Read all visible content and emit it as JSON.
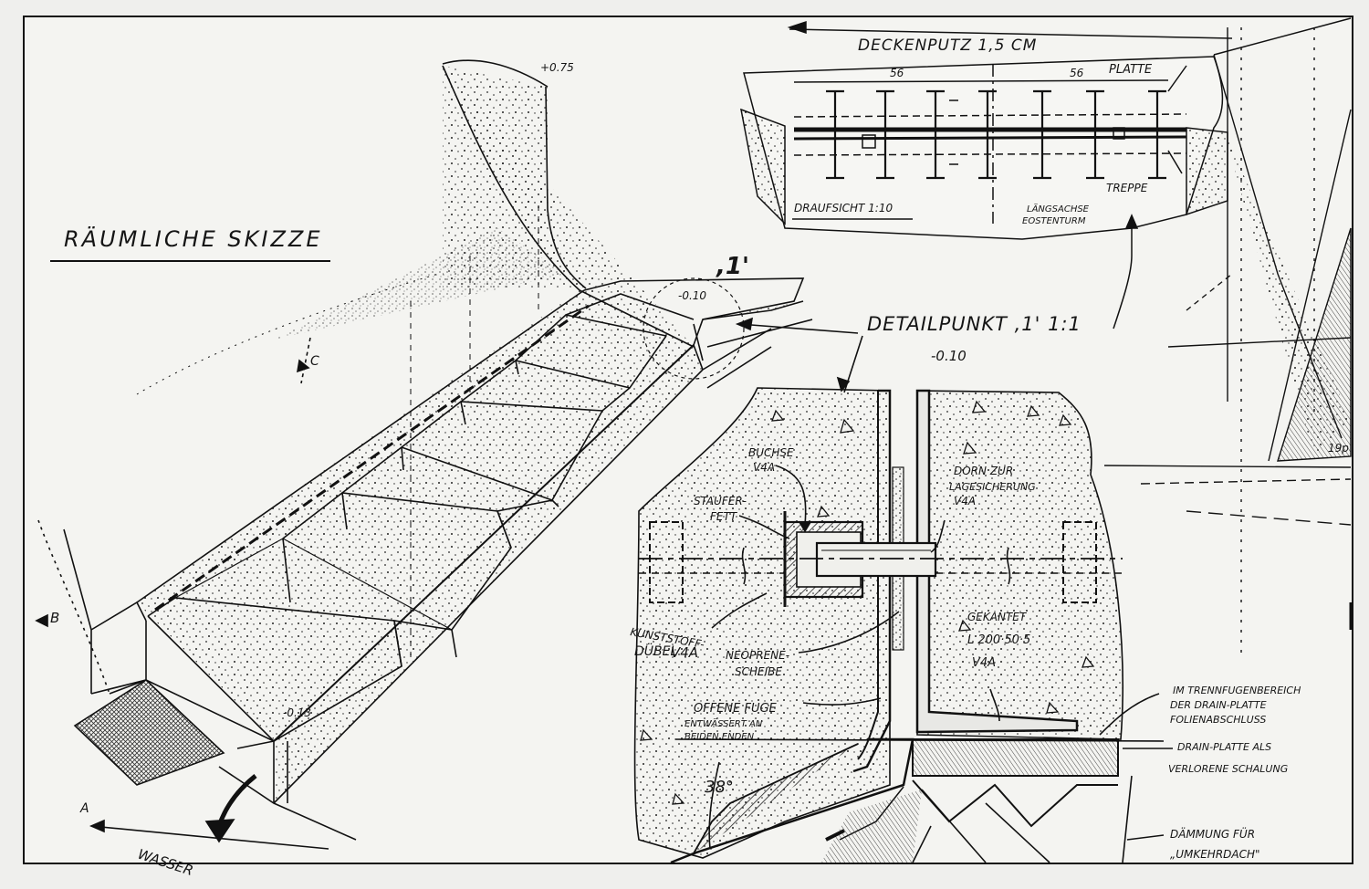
{
  "sketch": {
    "title": "RÄUMLICHE SKIZZE",
    "level_top": "+0.75",
    "level_landing": "-0.10",
    "level_bottom": "-0.13",
    "detail_mark": ",1'",
    "section_a": "A",
    "section_b": "B",
    "section_c": "C",
    "water": "WASSER"
  },
  "view": {
    "ceiling_plaster": "DECKENPUTZ 1,5 CM",
    "dim_left": "56",
    "dim_right": "56",
    "plate": "PLATTE",
    "stair": "TREPPE",
    "top_view": "DRAUFSICHT 1:10",
    "axis_line1": "LÄNGSACHSE",
    "axis_line2": "EOSTENTURM"
  },
  "detail": {
    "title": "DETAILPUNKT ,1' 1:1",
    "level": "-0.10",
    "bushing_1": "BUCHSE",
    "bushing_2": "V4A",
    "grease_1": "STAUFER-",
    "grease_2": "FETT",
    "dowel_1": "DORN ZUR",
    "dowel_2": "LAGESICHERUNG",
    "dowel_3": "V4A",
    "plug_1": "KUNSTSTOFF-",
    "plug_2": "DÜBEL",
    "plug_3": "V4A",
    "washer_1": "NEOPRENE-",
    "washer_2": "SCHEIBE",
    "angle_1": "GEKANTET",
    "angle_2": "L 200·50·5",
    "angle_3": "V4A",
    "joint_1": "OFFENE FUGE",
    "joint_2": "ENTWÄSSERT AN",
    "joint_3": "BEIDEN ENDEN",
    "angle_deg": "38°",
    "foil_1": "IM TRENNFUGENBEREICH",
    "foil_2": "DER DRAIN-PLATTE",
    "foil_3": "FOLIENABSCHLUSS",
    "drain_1": "DRAIN-PLATTE ALS",
    "drain_2": "VERLORENE SCHALUNG",
    "insul_1": "DÄMMUNG FÜR",
    "insul_2": "„UMKEHRDACH\"",
    "edge_value": "19p"
  }
}
